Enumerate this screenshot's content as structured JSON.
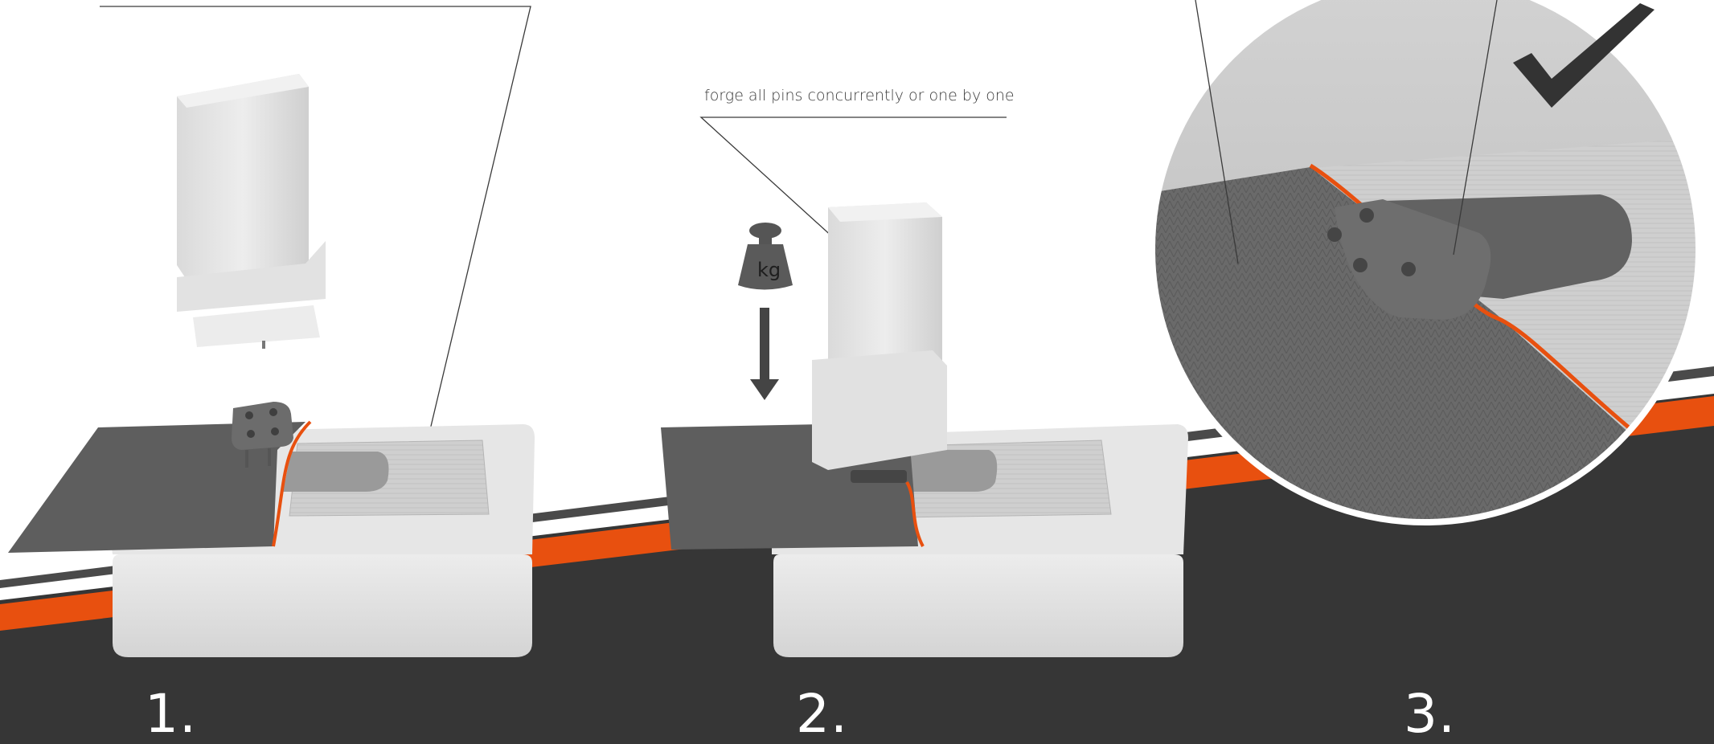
{
  "callout": {
    "text": "forge all pins concurrently or one by one"
  },
  "steps": [
    {
      "label": "1."
    },
    {
      "label": "2."
    },
    {
      "label": "3."
    }
  ],
  "weight": {
    "label": "kg"
  },
  "colors": {
    "dark_band": "#363636",
    "accent_orange": "#e8500f",
    "housing_light": "#e3e3e3",
    "fabric": "#5a5a5a",
    "checkmark": "#333333",
    "background": "#ffffff"
  },
  "icons": [
    "weight-icon",
    "down-arrow-icon",
    "checkmark-icon"
  ]
}
